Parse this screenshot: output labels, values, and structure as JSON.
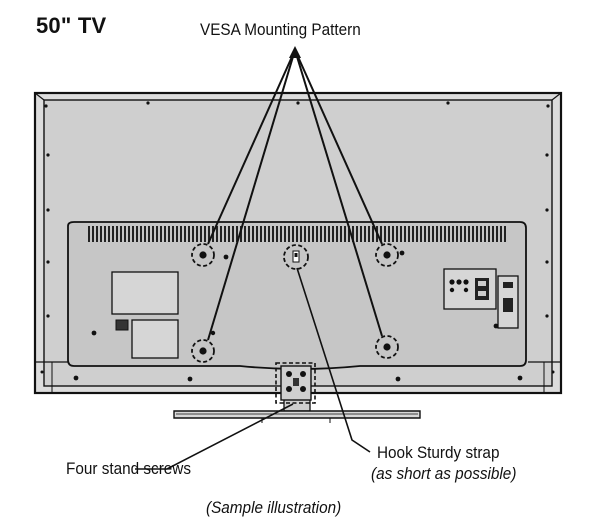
{
  "labels": {
    "model": "50\" TV",
    "vesa": "VESA Mounting Pattern",
    "hook_line1": "Hook Sturdy strap",
    "hook_line2": "(as short as possible)",
    "stand_screws": "Four stand screws",
    "caption": "(Sample illustration)"
  },
  "colors": {
    "panel_fill": "#c8c8c8",
    "outline": "#111111",
    "bezel_fill": "#dcdcdc"
  },
  "icons": [
    "mount-hole-icon",
    "screw-icon",
    "port-icon"
  ]
}
